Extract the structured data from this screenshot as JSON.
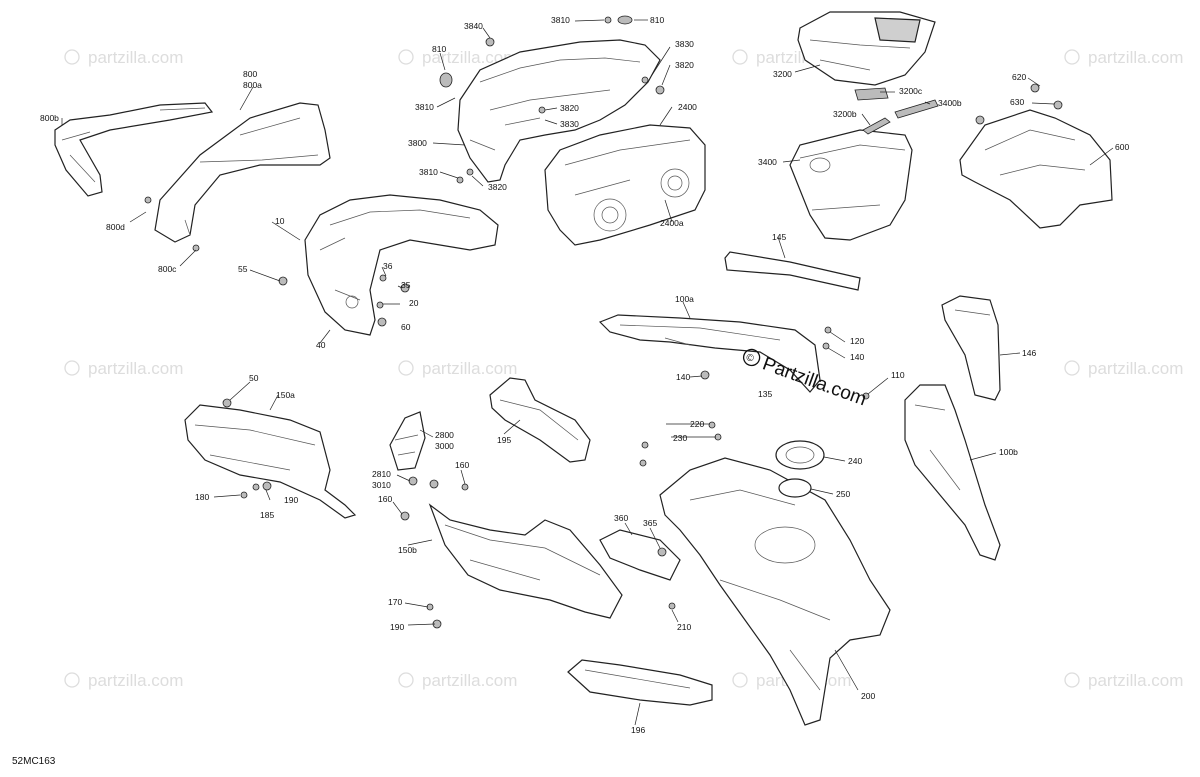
{
  "diagram_code": "52MC163",
  "watermark_text": "partzilla.com",
  "watermark_copyright": "©",
  "center_brand": "Partzilla.com",
  "labels": {
    "l800": "800",
    "l800a": "800a",
    "l800b": "800b",
    "l800c": "800c",
    "l800d": "800d",
    "l3840": "3840",
    "l3810a": "3810",
    "l810a": "810",
    "l810b": "810",
    "l3810b": "3810",
    "l3830a": "3830",
    "l3820a": "3820",
    "l3820b": "3820",
    "l3830b": "3830",
    "l3800": "3800",
    "l3810c": "3810",
    "l3820c": "3820",
    "l2400": "2400",
    "l2400a": "2400a",
    "l3200": "3200",
    "l3200c": "3200c",
    "l3400b": "3400b",
    "l3200b": "3200b",
    "l3400": "3400",
    "l620": "620",
    "l630": "630",
    "l600": "600",
    "l10": "10",
    "l55": "55",
    "l36": "36",
    "l35": "35",
    "l20": "20",
    "l60": "60",
    "l40": "40",
    "l145": "145",
    "l100a": "100a",
    "l120": "120",
    "l140a": "140",
    "l140b": "140",
    "l135": "135",
    "l146": "146",
    "l110": "110",
    "l100b": "100b",
    "l50": "50",
    "l150a": "150a",
    "l180": "180",
    "l190a": "190",
    "l185": "185",
    "l195": "195",
    "l2800": "2800",
    "l3000": "3000",
    "l2810": "2810",
    "l3010": "3010",
    "l160a": "160",
    "l160b": "160",
    "l150b": "150b",
    "l170": "170",
    "l190b": "190",
    "l220": "220",
    "l230": "230",
    "l240": "240",
    "l250": "250",
    "l360": "360",
    "l365": "365",
    "l210": "210",
    "l200": "200",
    "l196": "196"
  }
}
